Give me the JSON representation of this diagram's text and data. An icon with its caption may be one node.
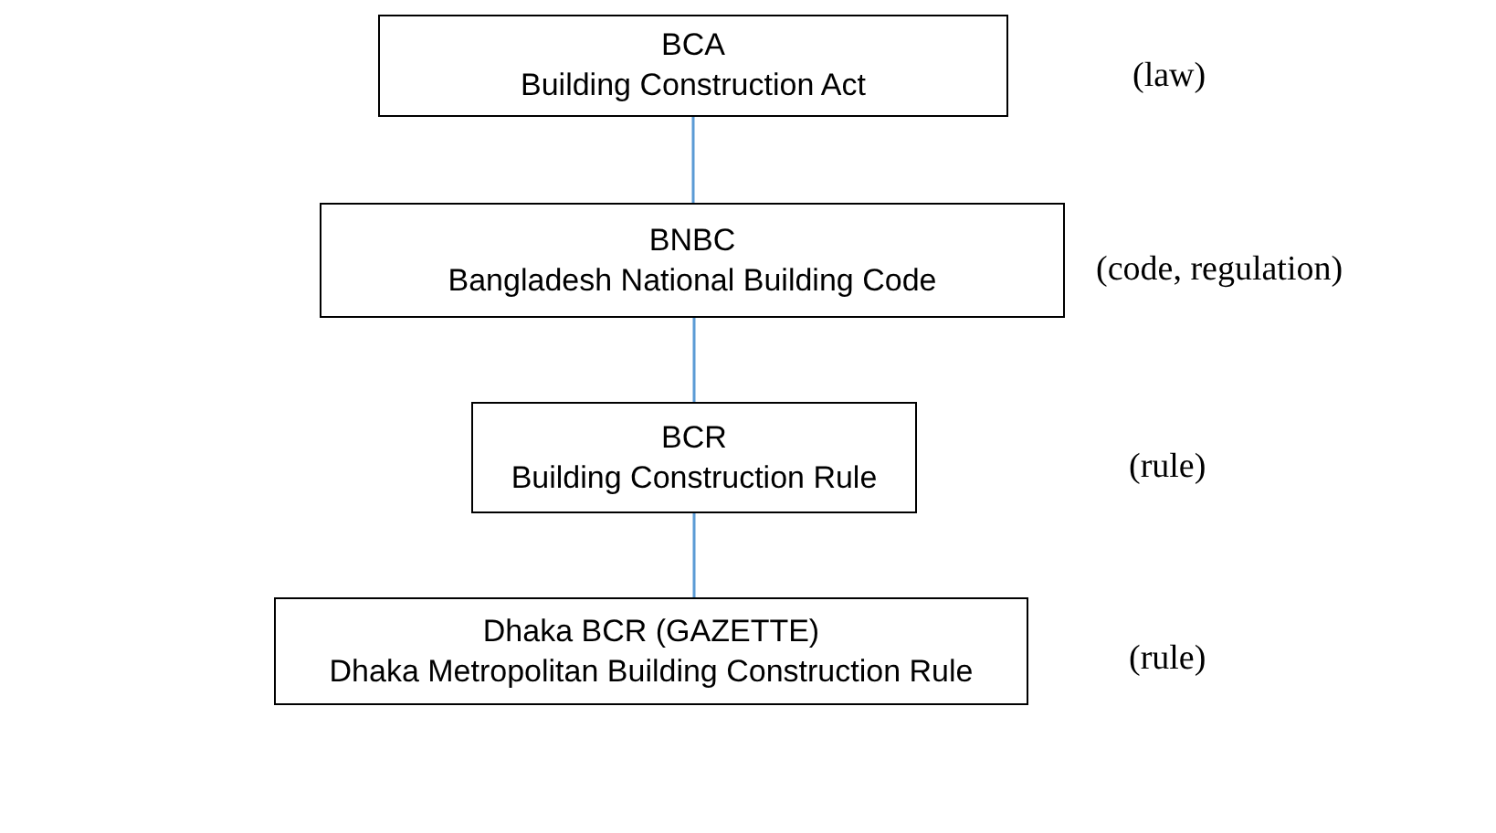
{
  "diagram": {
    "nodes": [
      {
        "text": [
          "BCA",
          "Building Construction Act"
        ],
        "beside": [
          "(law)"
        ]
      },
      {
        "text": [
          "BNBC",
          "Bangladesh National Building Code"
        ],
        "beside": [
          "(code, regulation)"
        ]
      },
      {
        "text": [
          "BCR",
          "Building Construction Rule"
        ]
      },
      {
        "text": [
          "Dhaka BCR (GAZETTE)",
          "Dhaka Metropolitan Building Construction Rule"
        ],
        "beside": [
          "(rule)"
        ]
      }
    ],
    "edges": [
      {
        "from": 0,
        "to": 1,
        "arrow": "none"
      },
      {
        "from": 1,
        "to": 2,
        "arrow": "none"
      },
      {
        "from": 2,
        "to": 3,
        "arrow": "none"
      }
    ],
    "labels": [
      "(rule)"
    ]
  }
}
